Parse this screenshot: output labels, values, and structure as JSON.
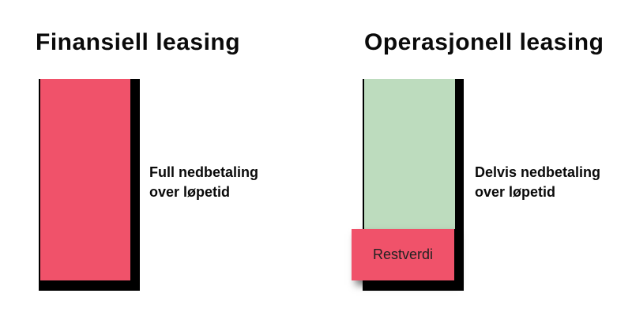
{
  "diagram": {
    "left": {
      "title": "Finansiell leasing",
      "label_line1": "Full nedbetaling",
      "label_line2": "over løpetid"
    },
    "right": {
      "title": "Operasjonell leasing",
      "label_line1": "Delvis nedbetaling",
      "label_line2": "over løpetid",
      "restverdi_label": "Restverdi"
    },
    "colors": {
      "finansiell_bar": "#f0526a",
      "operasjonell_bar": "#bddcbe",
      "restverdi_box": "#f0526a",
      "shadow": "#000000",
      "text": "#0a0a0a"
    }
  }
}
